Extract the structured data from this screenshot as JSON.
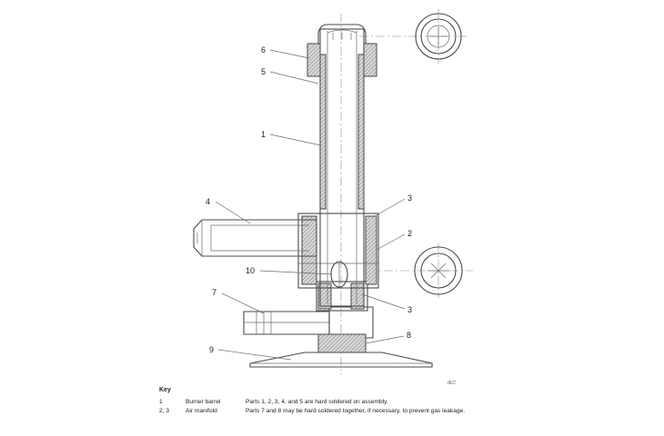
{
  "callouts": {
    "c1": "1",
    "c2": "2",
    "c3a": "3",
    "c3b": "3",
    "c4": "4",
    "c5": "5",
    "c6": "6",
    "c7": "7",
    "c8": "8",
    "c9": "9",
    "c10": "10"
  },
  "iec_mark": "IEC",
  "key": {
    "title": "Key",
    "rows": [
      {
        "num": "1",
        "label": "Burner barrel",
        "note": "Parts 1, 2, 3, 4, and 5 are hard soldered on assembly."
      },
      {
        "num": "2, 3",
        "label": "Air manifold",
        "note": "Parts 7 and 8 may be hard soldered together, if necessary, to prevent gas leakage."
      }
    ]
  }
}
